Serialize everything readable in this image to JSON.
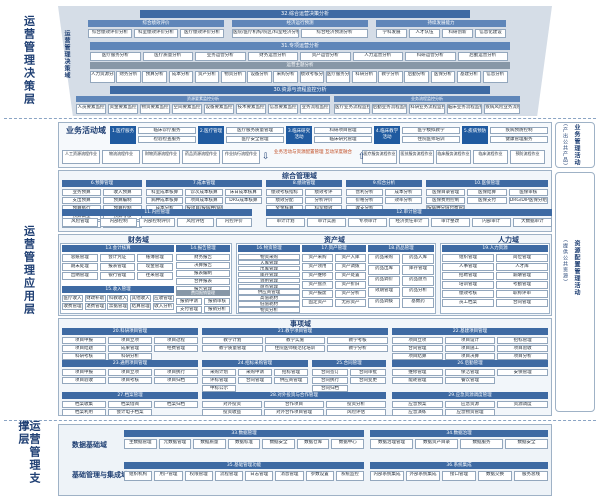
{
  "layers": {
    "decision": "运营管理决策层",
    "application": "运营管理应用层",
    "support": "运营管理支撑层"
  },
  "decision": {
    "inner_label": "运营管理决策域",
    "row32": {
      "title": "32.综合运营决策分析"
    },
    "row32_groups": [
      {
        "title": "综合绩效评价",
        "items": [
          "综合绩效评价分析",
          "科室绩效评价分析",
          "医疗绩效评价分析"
        ]
      },
      {
        "title": "经济运行预测",
        "items": [
          "医院/医疗机构/院区/科室经济分析",
          "综合经济预测分析"
        ]
      },
      {
        "title": "持续发展能力",
        "items": [
          "学科发展",
          "人才队伍",
          "科研创新",
          "信息化建设"
        ]
      }
    ],
    "row31": {
      "title": "31.专项运营分析",
      "items": [
        "医疗服务分析",
        "医疗质量分析",
        "业务运营分析",
        "财务运营分析",
        "资产运营分析",
        "人力运营分析",
        "科研运营分析",
        "后勤运营分析"
      ]
    },
    "row31b": {
      "title": "运营主题分析",
      "items": [
        "人力资源分析",
        "财务分析",
        "预算分析",
        "成本分析",
        "资产分析",
        "物资分析",
        "设备分析",
        "采购分析",
        "绩效考核分析",
        "医疗服务分析",
        "科研分析",
        "教学分析",
        "后勤分析",
        "医保分析",
        "基建分析",
        "信息分析"
      ]
    },
    "row30": {
      "title": "30.资源与流程监控分析"
    },
    "row30_groups": [
      {
        "title": "资源要素监控分析",
        "items": [
          "人员要素监控",
          "资金要素监控",
          "物资要素监控",
          "空间要素监控",
          "设备要素监控",
          "技术要素监控",
          "信息要素监控",
          "业务流程监控"
        ]
      },
      {
        "title": "业务流程监控分析",
        "items": [
          "医疗业务流程监控",
          "后勤业务流程监控",
          "科研业务流程监控",
          "临床业务流程监控",
          "疾病风险业务流程监控"
        ]
      }
    ]
  },
  "business": {
    "label": "业务活动域",
    "items": [
      {
        "num": "1.医疗服务",
        "text": "临床诊疗服务 / 检验检查服务"
      },
      {
        "num": "2.医疗管理",
        "text": "医疗服务质量管理 / 医疗安全管理"
      },
      {
        "num": "3.临床研究活动",
        "text": "科研项目管理 / 临床研究管理"
      },
      {
        "num": "4.临床教学活动",
        "text": "医学模拟教学 / 住院医师培训"
      },
      {
        "num": "5.疾病预防",
        "text": "疾病预防控制 / 健康管理服务"
      }
    ],
    "flows": [
      "人工资源流程作业",
      "物流流程作业",
      "财物资源流程作业",
      "药品资源流程作业",
      "作业执行流程作业"
    ],
    "mid_note": "业务活动与资源配置管理 互动深度融合",
    "flows_right": [
      "医疗服务流程作业",
      "医技服务流程作业",
      "临床服务流程作业",
      "临床流程作业",
      "预防流程作业"
    ],
    "right_label1": "业务管理活动",
    "right_label1b": "(产出公共产品)",
    "right_label2": "资源配置管理活动",
    "right_label2b": "(提供公共资源)"
  },
  "composite": {
    "title": "综合管理域",
    "row1": [
      {
        "title": "6.预算管理",
        "items": [
          "业务预算",
          "收入预算",
          "支出预算",
          "预算编制",
          "预算执行",
          "预算控制",
          "预算调整",
          "预算考核",
          "资金预算",
          "项目预算"
        ]
      },
      {
        "title": "7.成本管理",
        "items": [
          "科室成本核算",
          "诊次成本核算",
          "床日成本核算",
          "病种成本核算",
          "项目成本核算",
          "DRG成本核算",
          "成本分析",
          "按项目/按病种/病组成本核算"
        ]
      },
      {
        "title": "8.绩效管理",
        "items": [
          "绩效考核指标",
          "绩效考评",
          "绩效分配",
          "分析评价",
          "奖金核算",
          "科室绩效"
        ]
      },
      {
        "title": "9.综合分析",
        "items": [
          "营利分析",
          "成本分析",
          "价格分析",
          "效率分析",
          "收支分析"
        ]
      },
      {
        "title": "10.医保管理",
        "items": [
          "医保目录管理",
          "医保结算",
          "医保审核",
          "医保费用控制",
          "医保支付",
          "DRG/DIP医保分组",
          "按病种分值付费管理"
        ]
      }
    ],
    "row2": [
      {
        "title": "11.内控管理",
        "items": [
          "风险管理",
          "内部控制",
          "内部控制评价",
          "风险评估",
          "内控评价"
        ]
      },
      {
        "title": "12.审计管理",
        "items": [
          "审计计划",
          "审计实施",
          "专项审计",
          "经济责任审计",
          "审计整改",
          "内部审计",
          "大数据审计"
        ]
      }
    ]
  },
  "finance": {
    "title": "财务域",
    "g13": {
      "title": "13.会计核算",
      "items": [
        "总账管理",
        "会计凭证",
        "账簿管理",
        "期末处理",
        "报表管理",
        "现金管理",
        "出纳管理",
        "银行管理",
        "往来管理"
      ]
    },
    "g14": {
      "title": "14.报告管理",
      "items": [
        "财务报告",
        "决算报告",
        "报表编制",
        "合并报表",
        "报告管理"
      ]
    },
    "g15": {
      "title": "15.收入管理",
      "items": [
        "医疗收入",
        "财政补助",
        "科教收入",
        "其他收入",
        "应收管理",
        "收费管理",
        "退费管理",
        "票据管理",
        "结算管理",
        "收入分析"
      ]
    },
    "g15b": {
      "title": "费用报销管理",
      "items": [
        "报销申请",
        "报销审核",
        "支付管理",
        "报销分析"
      ]
    }
  },
  "asset": {
    "title": "资产域",
    "g16": {
      "title": "16.物资管理",
      "items": [
        "物资采购",
        "入库管理",
        "出库管理",
        "库存管理",
        "领用管理",
        "盘点管理",
        "供应商管理",
        "高值耗材",
        "低值耗材",
        "物资分析"
      ]
    },
    "g17": {
      "title": "17.资产管理",
      "items": [
        "资产采购",
        "资产入库",
        "资产领用",
        "资产调拨",
        "资产维修",
        "资产处置",
        "资产盘点",
        "资产折旧",
        "资产报废",
        "资产分析",
        "固定资产",
        "无形资产"
      ]
    },
    "g18": {
      "title": "18.药品管理",
      "items": [
        "药品采购",
        "药品入库",
        "药品出库",
        "库存管理",
        "药品调价",
        "药品盘点",
        "效期管理",
        "药品分析",
        "药品调拨",
        "基数药"
      ]
    }
  },
  "hr": {
    "title": "人力域",
    "g19": {
      "title": "19.人力资源",
      "items": [
        "组织管理",
        "岗位管理",
        "人事管理",
        "人才库",
        "招聘管理",
        "薪酬管理",
        "培训管理",
        "考勤管理",
        "绩效考核",
        "职称评审",
        "员工档案",
        "合同管理"
      ]
    }
  },
  "affairs": {
    "title": "事项域",
    "g20": {
      "title": "20.科研项目管理",
      "items": [
        "项目申报",
        "项目立项",
        "项目过程",
        "项目结题",
        "成果管理",
        "经费管理",
        "科研考核",
        "科研分析"
      ]
    },
    "g21": {
      "title": "21.教学项目管理",
      "items": [
        "教学计划",
        "教学实施",
        "教学考核",
        "教学质量管理",
        "住院医师规范化培训",
        "教学分析"
      ]
    },
    "g22": {
      "title": "22.基建项目管理",
      "items": [
        "项目立项",
        "项目设计",
        "招标管理",
        "合同管理",
        "项目施工",
        "项目验收",
        "项目结算",
        "项目决算",
        "项目分析"
      ]
    },
    "g23": {
      "title": "23.通用项目管理",
      "items": [
        "项目申报",
        "项目立项",
        "项目执行",
        "项目验收",
        "项目考核",
        "项目归档"
      ]
    },
    "g24": {
      "title": "24.招标采购管理",
      "items": [
        "采购计划",
        "采购申请",
        "招标管理",
        "评标管理",
        "合同管理",
        "供应商管理",
        "中标公示"
      ]
    },
    "g25": {
      "title": "25.合同管理",
      "items": [
        "合同签订",
        "合同审批",
        "合同执行",
        "合同变更",
        "合同归档"
      ]
    },
    "g26": {
      "title": "26.后勤管理",
      "items": [
        "维修管理",
        "保洁管理",
        "安保管理",
        "能耗管理",
        "餐饮管理"
      ]
    },
    "g27": {
      "title": "27.档案管理",
      "items": [
        "档案收集",
        "档案借阅",
        "档案归档",
        "档案利用",
        "会计电子档案"
      ]
    },
    "g28": {
      "title": "28.对外投资与合作管理",
      "items": [
        "对外投资",
        "合作项目",
        "投资分析",
        "投资收益",
        "对外合作项目管理",
        "风险评估"
      ]
    },
    "g29": {
      "title": "29.应急资源调度管理",
      "items": [
        "应急预案",
        "应急资源",
        "资源调度",
        "应急演练",
        "应急物资管理"
      ]
    }
  },
  "support": {
    "data_label": "数据基础域",
    "mgmt_label": "基础管理与集成域",
    "g33": {
      "title": "33.数据管理",
      "items": [
        "主数据管理",
        "元数据管理",
        "数据质量",
        "数据标准",
        "数据安全",
        "数据仓库",
        "数据中心"
      ]
    },
    "g34": {
      "title": "34.数据治理",
      "items": [
        "数据治理管理",
        "数据资产目录",
        "数据服务",
        "数据安全"
      ]
    },
    "g35": {
      "title": "35.基础管理功能",
      "items": [
        "组织机构",
        "用户管理",
        "权限管理",
        "流程管理",
        "日志管理",
        "消息管理",
        "参数设置",
        "系统监控"
      ]
    },
    "g36": {
      "title": "36.系统集成",
      "items": [
        "内部系统集成",
        "外部系统集成",
        "接口管理",
        "数据交换",
        "服务总线"
      ]
    }
  }
}
